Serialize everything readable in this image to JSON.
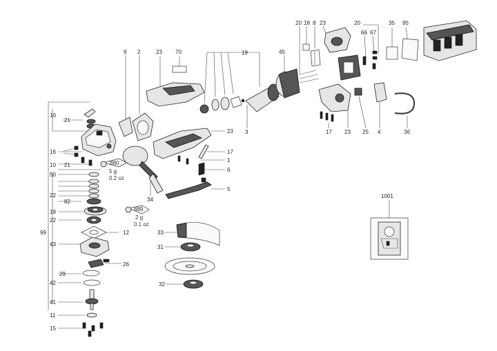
{
  "callouts": {
    "n1": "1",
    "n2": "2",
    "n3": "3",
    "n4": "4",
    "n5": "5",
    "n6": "6",
    "n8": "8",
    "n9": "9",
    "n10a": "10",
    "n10b": "10",
    "n11": "11",
    "n12": "12",
    "n15": "15",
    "n16": "16",
    "n17a": "17",
    "n17b": "17",
    "n18": "18",
    "n19a": "19",
    "n19b": "19",
    "n20a": "20",
    "n20b": "20",
    "n21a": "21",
    "n21b": "21",
    "n22a": "22",
    "n22b": "22",
    "n23a": "23",
    "n23b": "23",
    "n23c": "23",
    "n23d": "23",
    "n25": "25",
    "n26": "26",
    "n29": "29",
    "n31": "31",
    "n32": "32",
    "n33": "33",
    "n34": "34",
    "n35": "35",
    "n36": "36",
    "n41": "41",
    "n42": "42",
    "n43": "43",
    "n45": "45",
    "n50": "50",
    "n66": "66",
    "n67": "67",
    "n70": "70",
    "n82": "82",
    "n95": "95",
    "n99": "99",
    "n1001": "1001"
  },
  "lubricants": {
    "tag1": "880",
    "qty1_g": "5 g",
    "qty1_oz": "0.2 oz",
    "tag2": "889",
    "qty2_g": "2 g",
    "qty2_oz": "0.1 oz"
  }
}
